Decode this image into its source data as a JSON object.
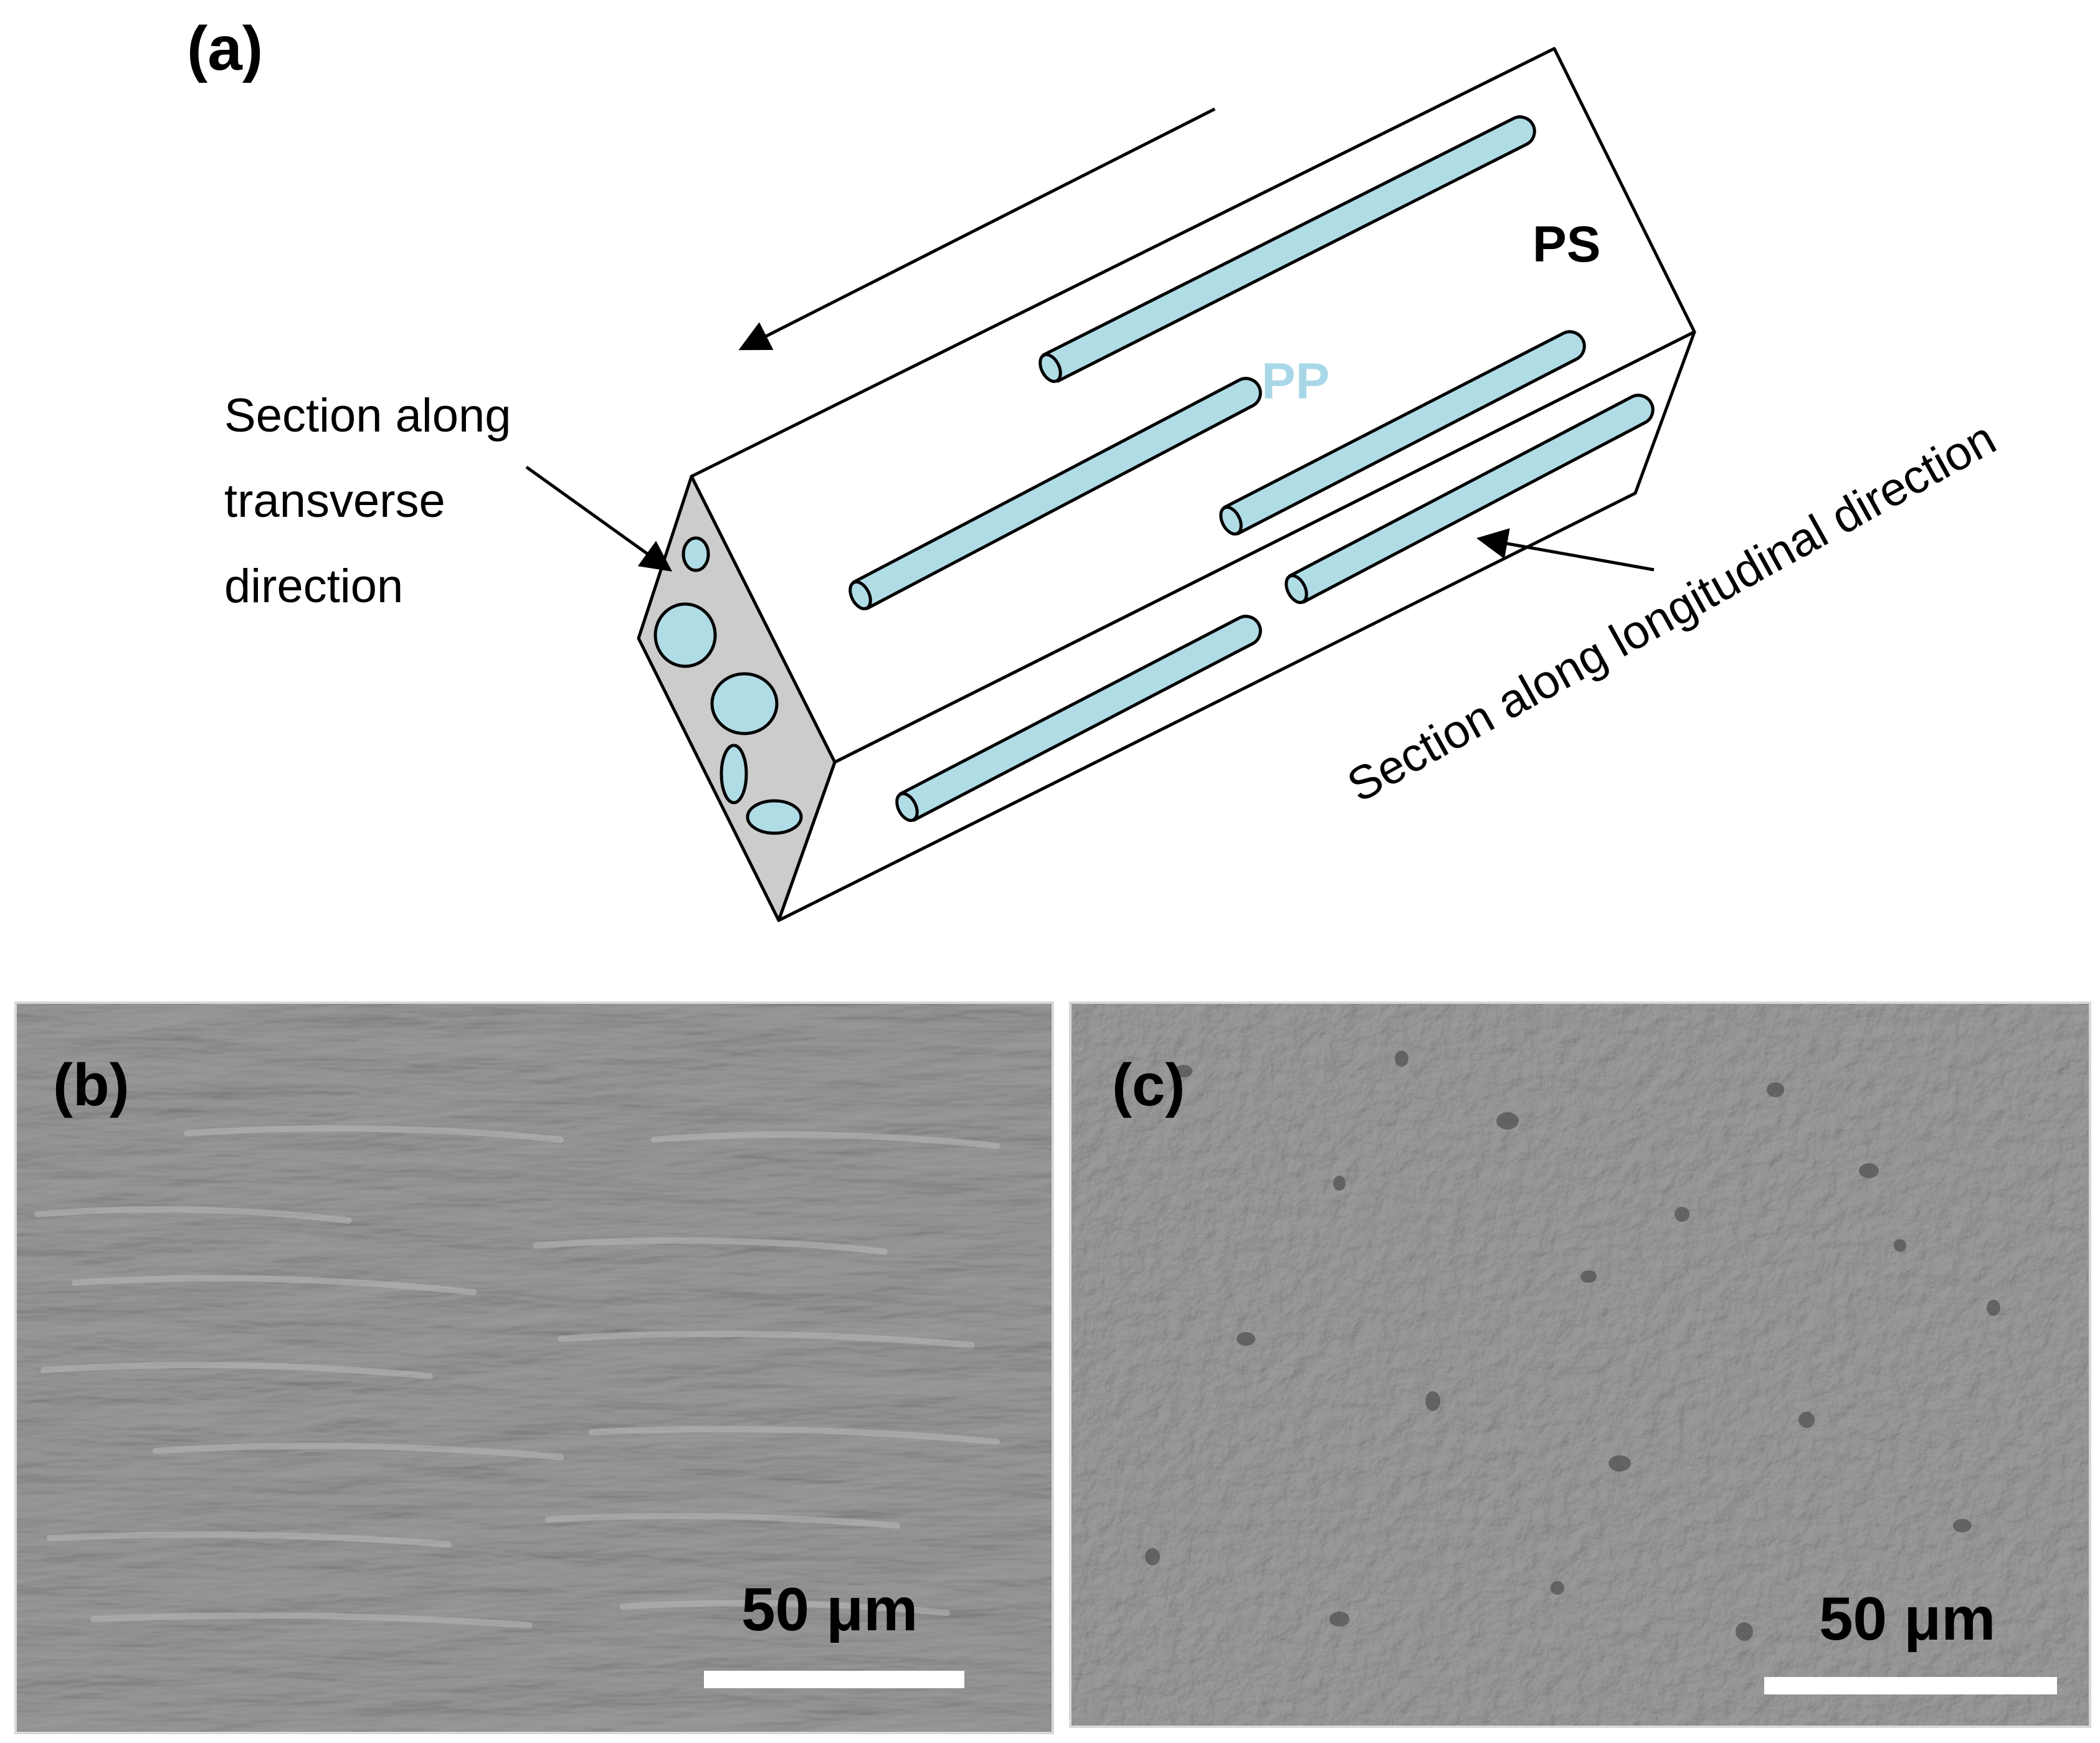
{
  "panels": {
    "a": {
      "label": "(a)",
      "matrix_label": "PS",
      "fiber_label": "PP",
      "transverse_section_label": [
        "Section along",
        "transverse",
        "direction"
      ],
      "longitudinal_section_label": "Section along longitudinal direction"
    },
    "b": {
      "label": "(b)",
      "scale_bar": "50 μm"
    },
    "c": {
      "label": "(c)",
      "scale_bar": "50 μm"
    }
  },
  "colors": {
    "pp_fiber": "#b0dce6",
    "pp_label": "#a8d8e8",
    "section_face": "#cccccc",
    "sem_gray_b": "#8a8a8a",
    "sem_gray_c": "#858585",
    "scale_bar": "#ffffff"
  }
}
